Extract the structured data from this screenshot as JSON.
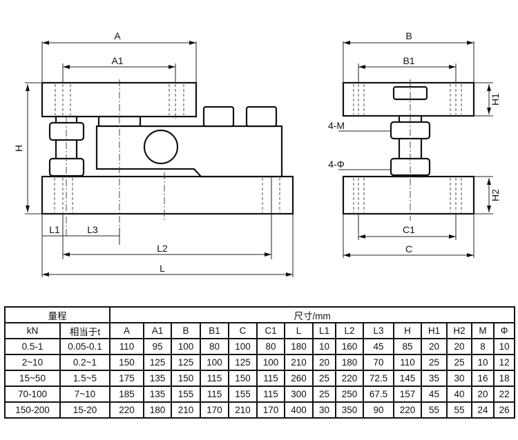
{
  "drawing": {
    "front_view": {
      "A": "A",
      "A1": "A1",
      "H": "H",
      "L1": "L1",
      "L3": "L3",
      "L2": "L2",
      "L": "L"
    },
    "side_view": {
      "B": "B",
      "B1": "B1",
      "H1": "H1",
      "H2": "H2",
      "M": "4-M",
      "Phi": "4-Φ",
      "C1": "C1",
      "C": "C"
    }
  },
  "table": {
    "group_range": "量程",
    "group_dims": "尺寸/mm",
    "headers": [
      "kN",
      "相当于t",
      "A",
      "A1",
      "B",
      "B1",
      "C",
      "C1",
      "L",
      "L1",
      "L2",
      "L3",
      "H",
      "H1",
      "H2",
      "M",
      "Φ"
    ],
    "rows": [
      [
        "0.5-1",
        "0.05-0.1",
        "110",
        "95",
        "100",
        "80",
        "100",
        "80",
        "180",
        "10",
        "160",
        "45",
        "85",
        "20",
        "20",
        "8",
        "10"
      ],
      [
        "2~10",
        "0.2~1",
        "150",
        "125",
        "125",
        "100",
        "125",
        "100",
        "210",
        "20",
        "180",
        "70",
        "110",
        "25",
        "25",
        "10",
        "12"
      ],
      [
        "15~50",
        "1.5~5",
        "175",
        "135",
        "150",
        "115",
        "150",
        "115",
        "260",
        "25",
        "220",
        "72.5",
        "145",
        "35",
        "30",
        "16",
        "18"
      ],
      [
        "70-100",
        "7~10",
        "185",
        "135",
        "155",
        "115",
        "155",
        "115",
        "300",
        "25",
        "250",
        "67.5",
        "157",
        "45",
        "40",
        "20",
        "22"
      ],
      [
        "150-200",
        "15-20",
        "220",
        "180",
        "210",
        "170",
        "210",
        "170",
        "400",
        "30",
        "350",
        "90",
        "220",
        "55",
        "55",
        "24",
        "26"
      ]
    ]
  }
}
